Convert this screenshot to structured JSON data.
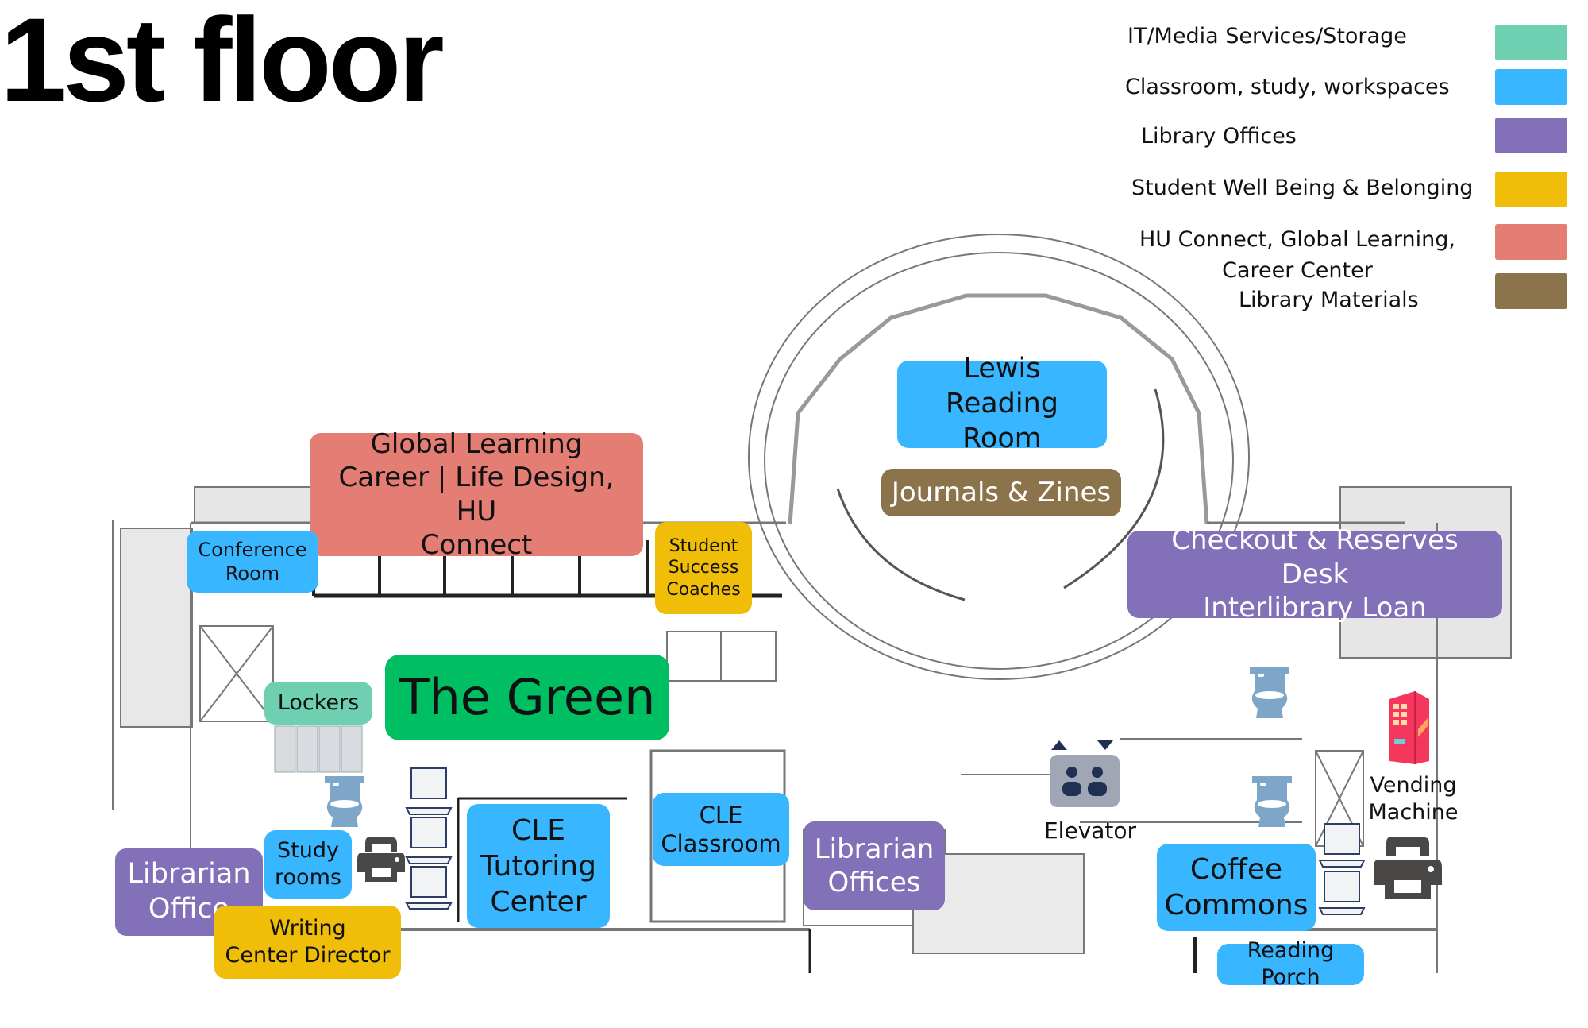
{
  "title": "1st floor",
  "colors": {
    "it_media": "#6ECFB1",
    "classroom": "#38B6FF",
    "offices": "#8270B9",
    "wellbeing": "#F0BD08",
    "connect": "#E47D74",
    "materials": "#8B734B",
    "green": "#00BF63"
  },
  "legend": [
    {
      "label": "IT/Media Services/Storage",
      "color": "#6ECFB1"
    },
    {
      "label": "Classroom, study, workspaces",
      "color": "#38B6FF"
    },
    {
      "label": "Library Offices",
      "color": "#8270B9"
    },
    {
      "label": "Student Well Being & Belonging",
      "color": "#F0BD08"
    },
    {
      "label": "HU Connect, Global Learning,\nCareer Center",
      "color": "#E47D74"
    },
    {
      "label": "Library Materials",
      "color": "#8B734B"
    }
  ],
  "areas": {
    "global_learning": "Global Learning\nCareer | Life Design, HU\nConnect",
    "conference_room": "Conference\nRoom",
    "student_success": "Student\nSuccess\nCoaches",
    "lewis_reading_room": "Lewis Reading\nRoom",
    "journals_zines": "Journals & Zines",
    "checkout_desk": "Checkout & Reserves Desk\nInterlibrary Loan",
    "the_green": "The Green",
    "lockers": "Lockers",
    "librarian_office": "Librarian\nOffice",
    "study_rooms": "Study\nrooms",
    "writing_center": "Writing\nCenter Director",
    "cle_tutoring": "CLE\nTutoring\nCenter",
    "cle_classroom": "CLE\nClassroom",
    "librarian_offices": "Librarian\nOffices",
    "elevator": "Elevator",
    "coffee_commons": "Coffee\nCommons",
    "reading_porch": "Reading Porch",
    "vending_machine": "Vending\nMachine"
  },
  "icons": [
    "restroom-icon",
    "computer-icon",
    "printer-icon",
    "locker-icon",
    "elevator-icon",
    "vending-machine-icon"
  ]
}
